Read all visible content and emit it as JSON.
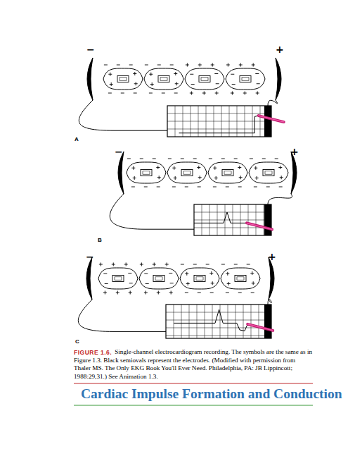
{
  "diagram": {
    "title": "Cardiac Impulse Formation and Conduction",
    "caption": "Single-channel electrocardiogram recording. The symbols are the same as in Figure 1.3. Black semiovals represent the electrodes. (Modified with permission from Thaler MS. The Only EKG Book You'll Ever Need. Philadelphia, PA: JB Lippincott; 1988:29,31.) See Animation 1.3.",
    "labels": [
      "−",
      "+",
      "A",
      "−",
      "+",
      "B",
      "−",
      "+",
      "C",
      "FIGURE 1.6."
    ]
  }
}
